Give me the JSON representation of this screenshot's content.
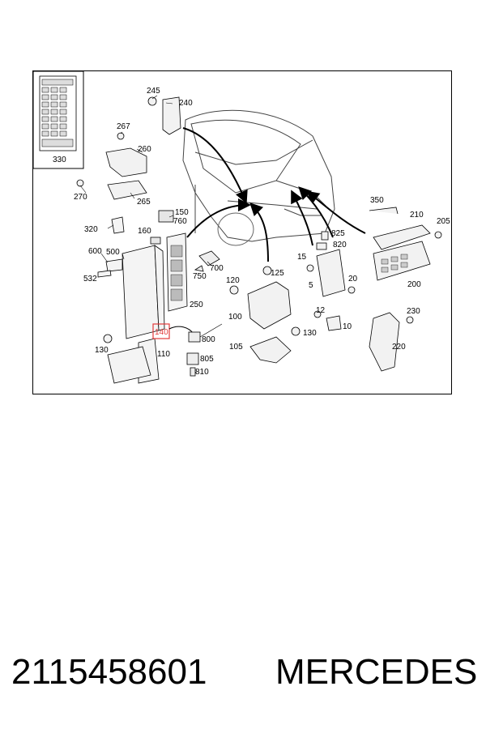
{
  "diagram": {
    "parts": {
      "p245": "245",
      "p240": "240",
      "p267": "267",
      "p260": "260",
      "p270": "270",
      "p265": "265",
      "p150": "150",
      "p760": "760",
      "p160": "160",
      "p320": "320",
      "p600": "600",
      "p500": "500",
      "p532": "532",
      "p700": "700",
      "p750": "750",
      "p250": "250",
      "p140": "140",
      "p800": "800",
      "p805": "805",
      "p810": "810",
      "p130a": "130",
      "p110": "110",
      "p120": "120",
      "p125": "125",
      "p100": "100",
      "p105": "105",
      "p15": "15",
      "p5": "5",
      "p20": "20",
      "p825": "825",
      "p820": "820",
      "p12": "12",
      "p10": "10",
      "p130b": "130",
      "p350": "350",
      "p210": "210",
      "p205": "205",
      "p200": "200",
      "p230": "230",
      "p220": "220",
      "p330": "330"
    },
    "highlight_color": "#e23b3b"
  },
  "caption": {
    "part_number": "2115458601",
    "brand": "MERCEDES"
  }
}
